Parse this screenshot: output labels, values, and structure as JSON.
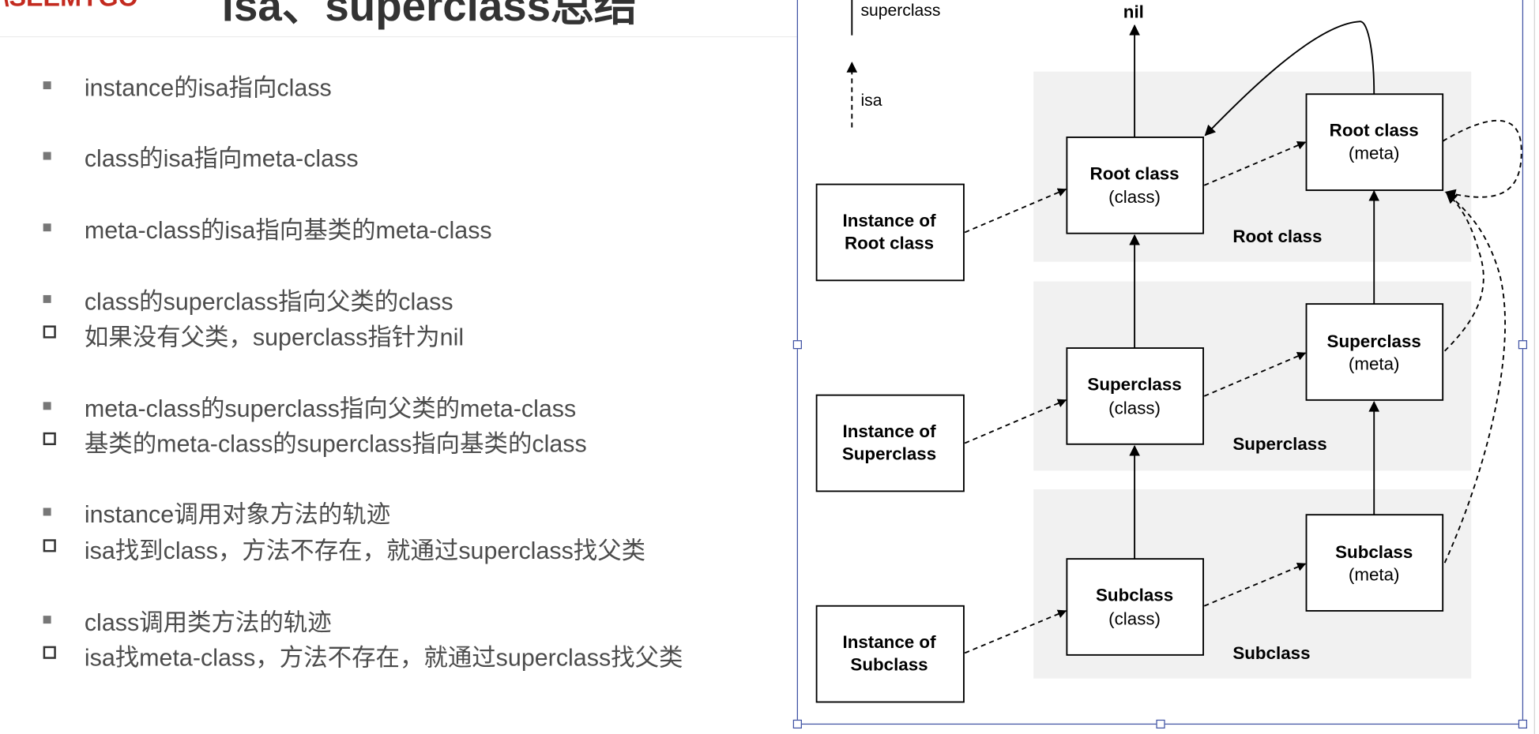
{
  "header": {
    "logo": "\\SEEMYGO",
    "title": "isa、superclass总结"
  },
  "bullets": [
    {
      "text": "instance的isa指向class",
      "sub": null
    },
    {
      "text": "class的isa指向meta-class",
      "sub": null
    },
    {
      "text": "meta-class的isa指向基类的meta-class",
      "sub": null
    },
    {
      "text": "class的superclass指向父类的class",
      "sub": "如果没有父类，superclass指针为nil"
    },
    {
      "text": "meta-class的superclass指向父类的meta-class",
      "sub": "基类的meta-class的superclass指向基类的class"
    },
    {
      "text": "instance调用对象方法的轨迹",
      "sub": "isa找到class，方法不存在，就通过superclass找父类"
    },
    {
      "text": "class调用类方法的轨迹",
      "sub": "isa找meta-class，方法不存在，就通过superclass找父类"
    }
  ],
  "diagram": {
    "legend": {
      "superclass": "superclass",
      "isa": "isa"
    },
    "nil_label": "nil",
    "rows": [
      {
        "label": "Root class",
        "instance": [
          "Instance of",
          "Root class"
        ],
        "cls": [
          "Root class",
          "(class)"
        ],
        "meta": [
          "Root class",
          "(meta)"
        ]
      },
      {
        "label": "Superclass",
        "instance": [
          "Instance of",
          "Superclass"
        ],
        "cls": [
          "Superclass",
          "(class)"
        ],
        "meta": [
          "Superclass",
          "(meta)"
        ]
      },
      {
        "label": "Subclass",
        "instance": [
          "Instance of",
          "Subclass"
        ],
        "cls": [
          "Subclass",
          "(class)"
        ],
        "meta": [
          "Subclass",
          "(meta)"
        ]
      }
    ]
  },
  "colors": {
    "frame": "#3f52a3",
    "band": "#f1f1f1",
    "logo": "#c32a1f"
  }
}
